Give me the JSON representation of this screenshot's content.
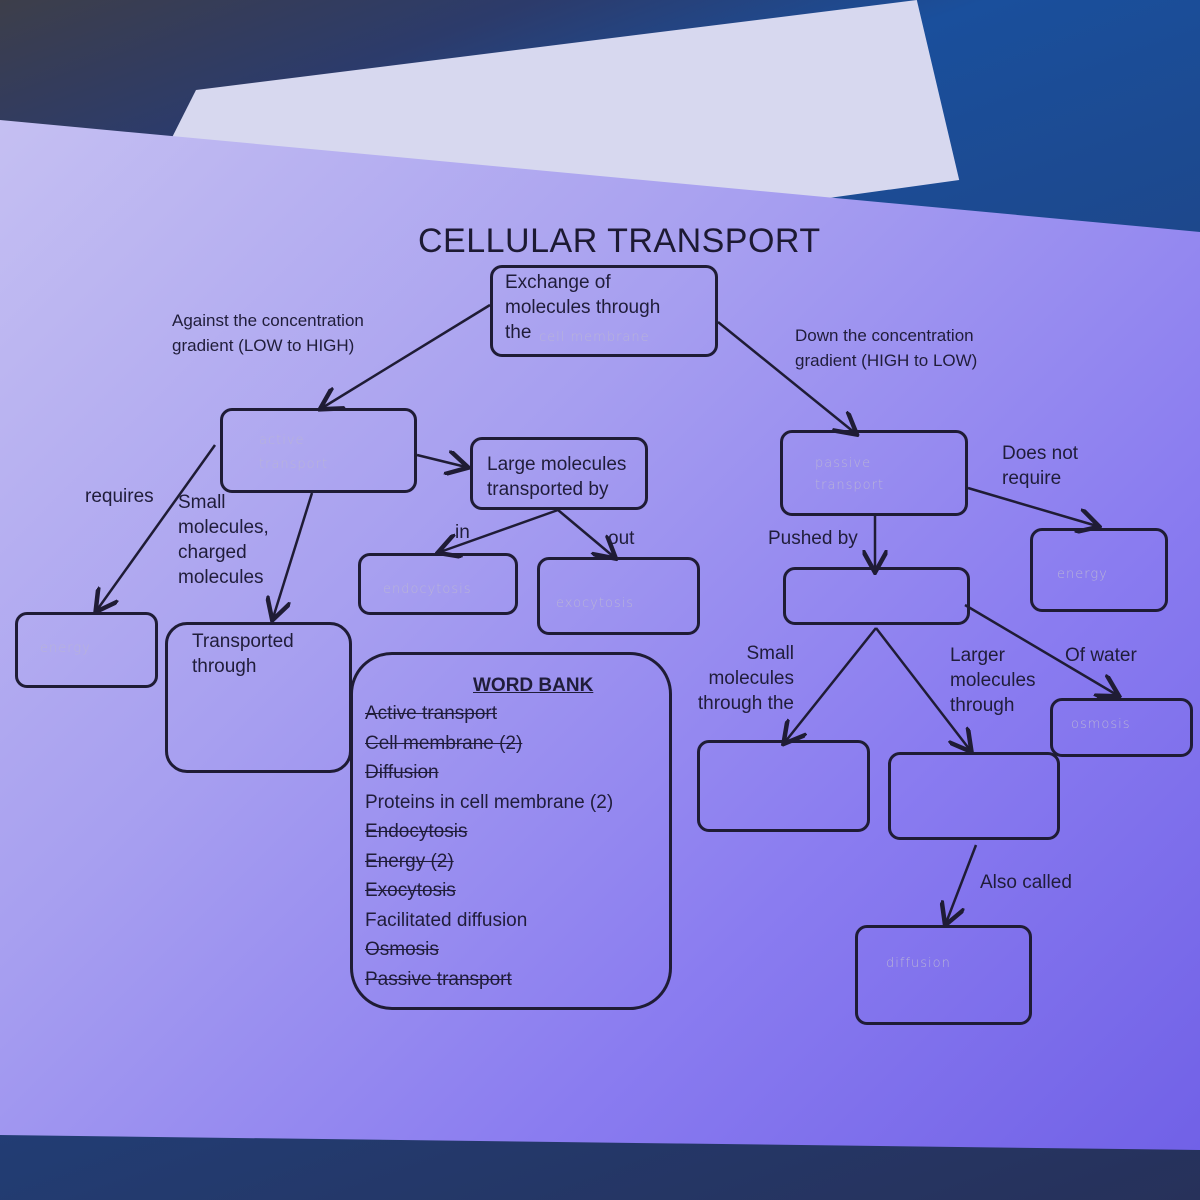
{
  "title": "CELLULAR TRANSPORT",
  "nodes": {
    "root": {
      "text": "Exchange of\nmolecules through\nthe",
      "answer": "cell membrane"
    },
    "active": {
      "answer": "active transport"
    },
    "large": {
      "text": "Large molecules\ntransported by"
    },
    "passive": {
      "answer": "passive transport"
    },
    "energy_right": {
      "answer": "energy"
    },
    "pushed_box": {
      "answer": ""
    },
    "energy_left": {
      "answer": "energy"
    },
    "transported_through": {
      "text": "Transported\nthrough"
    },
    "endocytosis": {
      "answer": "endocytosis"
    },
    "exocytosis": {
      "answer": "exocytosis"
    },
    "osmosis": {
      "answer": "osmosis"
    },
    "small_box": {
      "answer": ""
    },
    "larger_box": {
      "answer": ""
    },
    "diffusion": {
      "answer": "diffusion"
    }
  },
  "labels": {
    "against": "Against the concentration\ngradient (LOW to HIGH)",
    "down": "Down the concentration\ngradient (HIGH to LOW)",
    "requires": "requires",
    "small_charged": "Small\nmolecules,\ncharged\nmolecules",
    "in": "in",
    "out": "out",
    "does_not_require": "Does not\nrequire",
    "pushed_by": "Pushed by",
    "small_through": "Small\nmolecules\nthrough the",
    "larger_through": "Larger\nmolecules\nthrough",
    "of_water": "Of water",
    "also_called": "Also called"
  },
  "word_bank": {
    "title": "WORD BANK",
    "items": [
      {
        "text": "Active transport",
        "struck": true
      },
      {
        "text": "Cell membrane (2)",
        "struck": true
      },
      {
        "text": "Diffusion",
        "struck": true
      },
      {
        "text": "Proteins in cell membrane (2)",
        "struck": false
      },
      {
        "text": "Endocytosis",
        "struck": true
      },
      {
        "text": "Energy (2)",
        "struck": true
      },
      {
        "text": "Exocytosis",
        "struck": true
      },
      {
        "text": "Facilitated diffusion",
        "struck": false
      },
      {
        "text": "Osmosis",
        "struck": true
      },
      {
        "text": "Passive transport",
        "struck": true
      }
    ]
  }
}
